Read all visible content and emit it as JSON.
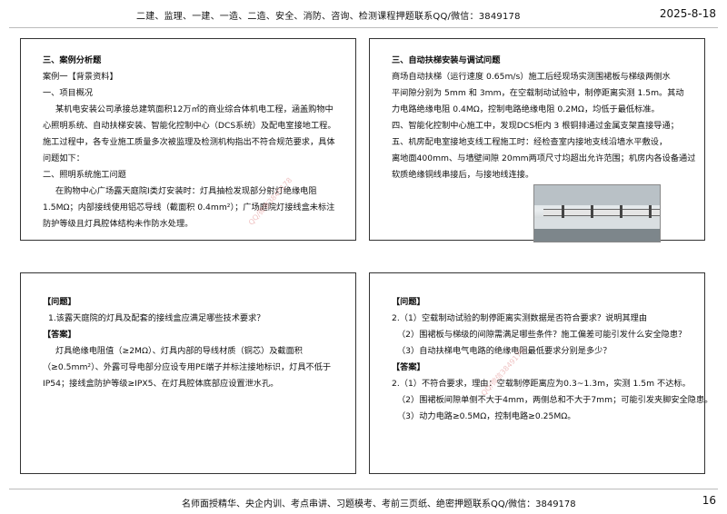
{
  "header": {
    "title": "二建、监理、一建、一造、二造、安全、消防、咨询、检测课程押题联系QQ/微信：3849178",
    "date": "2025-8-18"
  },
  "panel1": {
    "lines": [
      "三、案例分析题",
      "案例一【背景资料】",
      "一、项目概况",
      "某机电安装公司承接总建筑面积12万㎡的商业综合体机电工程，涵盖购物中",
      "心照明系统、自动扶梯安装、智能化控制中心（DCS系统）及配电室接地工程。",
      "施工过程中，各专业施工质量多次被监理及检测机构指出不符合规范要求，具体",
      "问题如下：",
      "二、照明系统施工问题",
      "在购物中心广场露天庭院I类灯安装时：灯具抽检发现部分射灯绝缘电阻",
      "1.5MΩ；内部接线使用铝芯导线（截面积 0.4mm²）；广场庭院灯接线盒未标注",
      "防护等级且灯具腔体结构未作防水处理。"
    ]
  },
  "panel2": {
    "lines": [
      "三、自动扶梯安装与调试问题",
      "商场自动扶梯（运行速度 0.65m/s）施工后经现场实测围裙板与梯级两侧水",
      "平间隙分别为 5mm 和 3mm，在空载制动试验中，制停距离实测 1.5m。其动",
      "力电路绝缘电阻 0.4MΩ，控制电路绝缘电阻 0.2MΩ，均低于最低标准。",
      "四、智能化控制中心施工中，发现DCS柜内 3 根铜排通过金属支架直接导通；",
      "五、机房配电室接地支线工程施工时：经检查室内接地支线沿墙水平敷设，",
      "离地面400mm、与墙壁间隙 20mm两项尺寸均超出允许范围；机房内各设备通过",
      "软质绝缘铜线串接后，与接地线连接。"
    ]
  },
  "panel3": {
    "lines": [
      "【问题】",
      "1.该露天庭院的灯具及配套的接线盒应满足哪些技术要求？",
      "【答案】",
      "灯具绝缘电阻值（≥2MΩ）、灯具内部的导线材质（铜芯）及截面积",
      "（≥0.5mm²）、外露可导电部分应设专用PE端子并标注接地标识，灯具不低于",
      "IP54；接线盒防护等级≥IPX5、在灯具腔体底部应设置泄水孔。"
    ]
  },
  "panel4": {
    "lines": [
      "【问题】",
      "2.（1）空载制动试验的制停距离实测数据是否符合要求？说明其理由",
      "（2）围裙板与梯级的间隙需满足哪些条件？施工偏差可能引发什么安全隐患？",
      "（3）自动扶梯电气电路的绝缘电阻最低要求分别是多少？",
      "【答案】",
      "2.（1）不符合要求，理由：空载制停距离应为0.3~1.3m，实测 1.5m 不达标。",
      "（2）围裙板间隙单侧不大于4mm，两侧总和不大于7mm；可能引发夹脚安全隐患。",
      "（3）动力电路≥0.5MΩ，控制电路≥0.25MΩ。"
    ]
  },
  "footer": {
    "text": "名师面授精华、央企内训、考点串讲、习题模考、考前三页纸、绝密押题联系QQ/微信：3849178",
    "page": "16"
  }
}
